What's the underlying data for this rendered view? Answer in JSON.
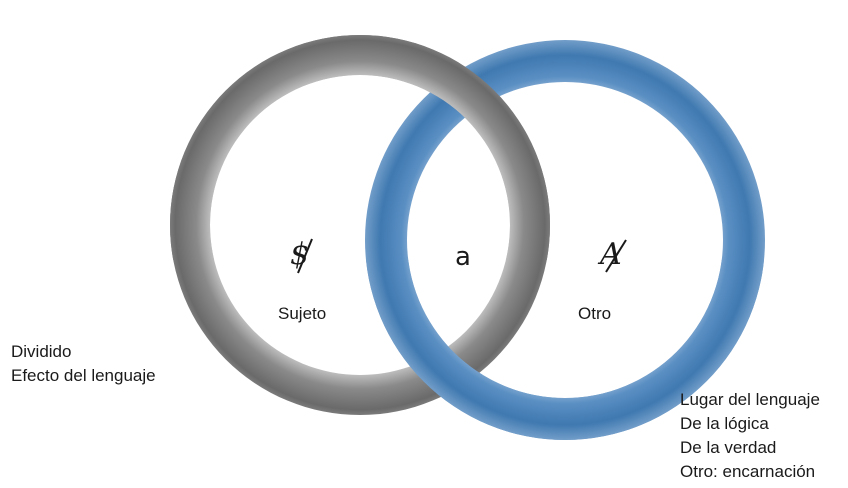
{
  "symbols": {
    "subject": "$",
    "object_a": "a",
    "other": "A"
  },
  "labels": {
    "subject": "Sujeto",
    "other": "Otro"
  },
  "left_notes": [
    "Dividido",
    "Efecto del lenguaje"
  ],
  "right_notes": [
    "Lugar del lenguaje",
    "De la lógica",
    "De la verdad",
    "Otro: encarnación"
  ],
  "colors": {
    "left_ring": "#6e6e6e",
    "right_ring": "#3f79b0"
  }
}
